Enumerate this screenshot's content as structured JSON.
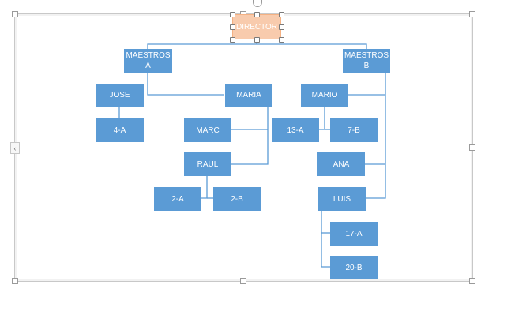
{
  "diagram": {
    "type": "org-chart",
    "colors": {
      "node": "#5b9bd5",
      "root": "#f8cbad",
      "connector": "#5b9bd5"
    },
    "nodes": {
      "director": "DIRECTOR",
      "maestros_a": "MAESTROS A",
      "maestros_b": "MAESTROS B",
      "jose": "JOSE",
      "maria": "MARIA",
      "mario": "MARIO",
      "g4a": "4-A",
      "marc": "MARC",
      "raul": "RAUL",
      "g13a": "13-A",
      "g7b": "7-B",
      "ana": "ANA",
      "luis": "LUIS",
      "g2a": "2-A",
      "g2b": "2-B",
      "g17a": "17-A",
      "g20b": "20-B"
    }
  },
  "icons": {
    "side_tab": "chevron-left-icon",
    "rotate": "rotate-handle-icon"
  },
  "glyphs": {
    "side_tab": "‹"
  }
}
